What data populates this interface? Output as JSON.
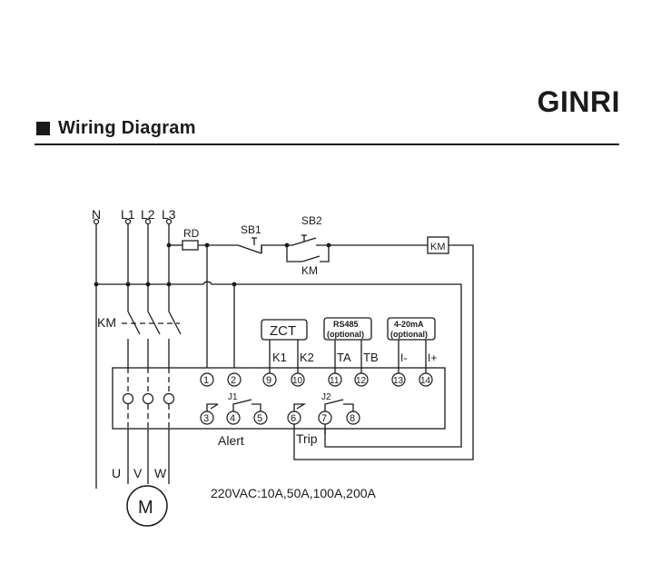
{
  "header": {
    "brand": "GINRI"
  },
  "section": {
    "title": "Wiring Diagram"
  },
  "diagram": {
    "lines": {
      "n": "N",
      "l1": "L1",
      "l2": "L2",
      "l3": "L3"
    },
    "fuse": "RD",
    "sb1": "SB1",
    "sb2": "SB2",
    "km_coil": "KM",
    "km_aux": "KM",
    "km_main": "KM",
    "zct": "ZCT",
    "k1": "K1",
    "k2": "K2",
    "ta": "TA",
    "tb": "TB",
    "rs485": {
      "line1": "RS485",
      "line2": "(optional)"
    },
    "analog": {
      "line1": "4-20mA",
      "line2": "(optional)"
    },
    "i_minus": "I-",
    "i_plus": "I+",
    "j1": "J1",
    "j2": "J2",
    "alert": "Alert",
    "trip": "Trip",
    "u": "U",
    "v": "V",
    "w": "W",
    "motor": "M",
    "ratings": "220VAC:10A,50A,100A,200A",
    "terminals_top": [
      "1",
      "2",
      "9",
      "10",
      "11",
      "12",
      "13",
      "14"
    ],
    "terminals_bottom": [
      "3",
      "4",
      "5",
      "6",
      "7",
      "8"
    ]
  }
}
